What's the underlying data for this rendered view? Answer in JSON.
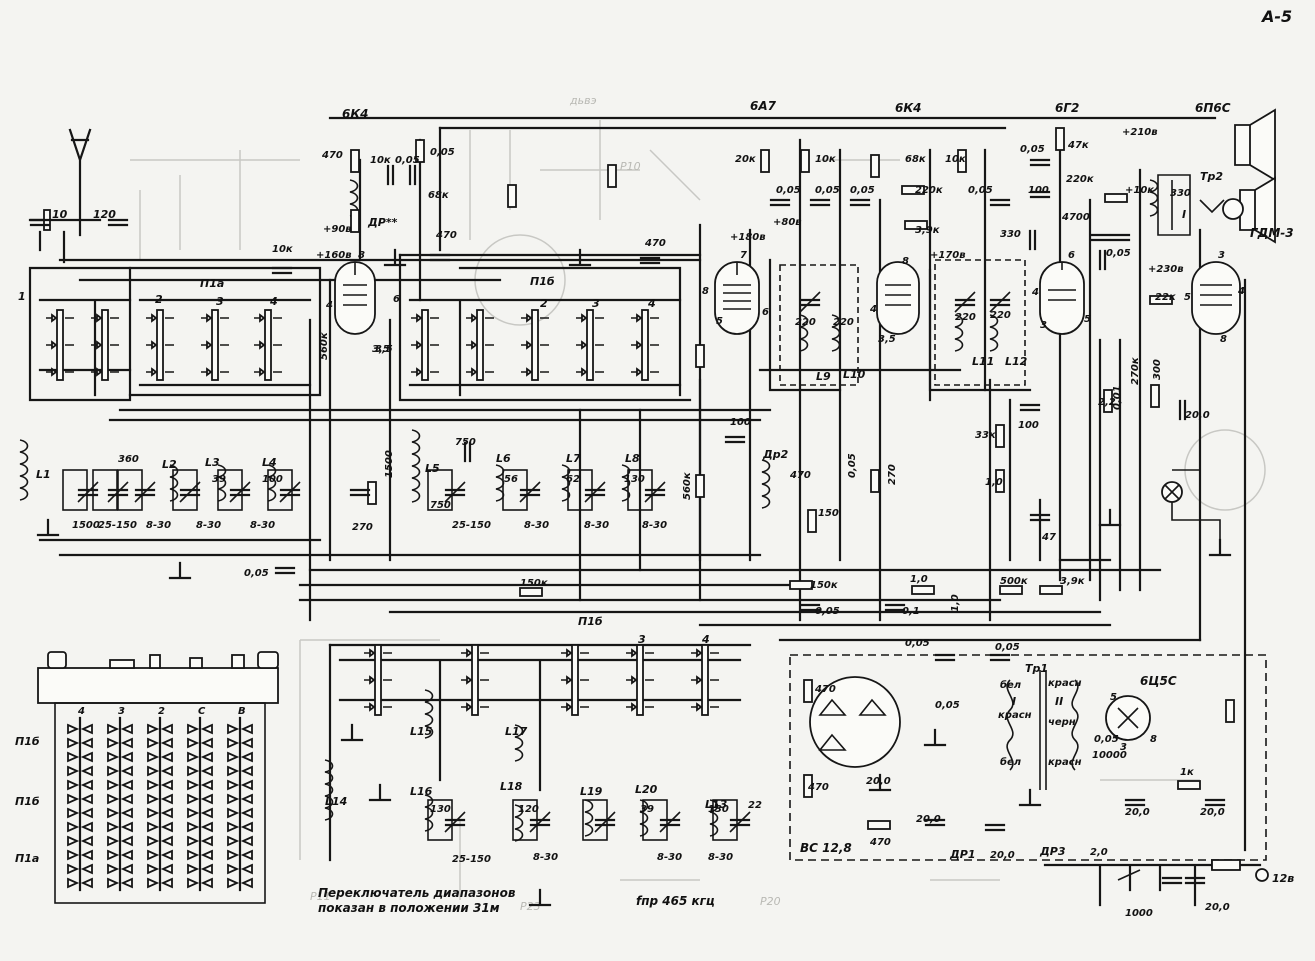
{
  "sheet_tag": "А-5",
  "tubes": [
    {
      "id": "v1",
      "type": "6К4",
      "pins": [
        "8",
        "4",
        "6",
        "3,5"
      ]
    },
    {
      "id": "v2",
      "type": "6А7",
      "pins": [
        "7",
        "8",
        "5",
        "6"
      ]
    },
    {
      "id": "v3",
      "type": "6К4",
      "pins": [
        "8",
        "4",
        "3,5"
      ]
    },
    {
      "id": "v4",
      "type": "6Г2",
      "pins": [
        "6",
        "4",
        "3",
        "5"
      ]
    },
    {
      "id": "v5",
      "type": "6П6С",
      "pins": [
        "3",
        "4",
        "5",
        "8"
      ]
    },
    {
      "id": "v6",
      "type": "6Ц5С",
      "pins": [
        "5",
        "3",
        "8"
      ]
    }
  ],
  "coils": [
    "L1",
    "L2",
    "L3",
    "L4",
    "L5",
    "L6",
    "L7",
    "L8",
    "L9",
    "L10",
    "L11",
    "L12",
    "L13",
    "L14",
    "L15",
    "L16",
    "L17",
    "L18",
    "L19",
    "L20"
  ],
  "chokes": [
    "ДР**",
    "Др2",
    "ДР1",
    "ДР3"
  ],
  "transformers": [
    "Тр1",
    "Тр2"
  ],
  "switches": {
    "groups": [
      "П1а",
      "П1б",
      "П1б"
    ],
    "panel": [
      "П1б",
      "П1б",
      "П1а"
    ],
    "numbers": [
      "1",
      "2",
      "3",
      "4"
    ],
    "panel_numbers": [
      "4",
      "3",
      "2",
      "С",
      "В"
    ]
  },
  "rectifier": "ВС 12,8",
  "speaker": "ГДМ-3",
  "winding_labels": [
    "I",
    "II",
    "бел",
    "красн",
    "черн"
  ],
  "values_top": [
    "10",
    "120",
    "470",
    "10к",
    "0,05",
    "0,05",
    "68к",
    "+90в",
    "+160в",
    "10к",
    "470",
    "560к",
    "3,5",
    "470",
    "20к",
    "+180в",
    "0,05",
    "0,05",
    "0,05",
    "10к",
    "10к",
    "68к",
    "220к",
    "+80в",
    "3,9к",
    "+170в",
    "0,05",
    "47к",
    "+210в",
    "0,05",
    "100",
    "220к",
    "+10к",
    "4700",
    "330",
    "0,05",
    "+230в",
    "22к",
    "330"
  ],
  "values_mid": [
    "1500",
    "25-150",
    "8-30",
    "8-30",
    "8-30",
    "360",
    "39",
    "100",
    "0,05",
    "270",
    "1500",
    "750",
    "750",
    "25-150",
    "56",
    "62",
    "130",
    "8-30",
    "8-30",
    "8-30",
    "100",
    "470",
    "560к",
    "0,05",
    "270",
    "2,2",
    "0,01",
    "270к",
    "300",
    "20,0",
    "33к",
    "1,0",
    "100",
    "47",
    "150",
    "0,05",
    "150к",
    "0,1",
    "1,0",
    "1,0",
    "500к",
    "3,9к",
    "150к",
    "0,05",
    "220",
    "220",
    "220",
    "220"
  ],
  "values_bottom": [
    "130",
    "25-150",
    "120",
    "8-30",
    "39",
    "8-30",
    "130",
    "8-30",
    "22",
    "470",
    "20,0",
    "470",
    "470",
    "20,0",
    "20,0",
    "0,05",
    "10000",
    "0,05",
    "1к",
    "20,0",
    "20,0",
    "2,0",
    "1000",
    "20,0",
    "12в",
    "0,05"
  ],
  "ghost_texts": [
    "дьвэ",
    "Р10",
    "Р11",
    "Р23",
    "Р20"
  ],
  "notes": {
    "switch_caption_1": "Переключатель диапазонов",
    "switch_caption_2": "показан в положении 31м",
    "if_freq": "fпр 465 кгц"
  },
  "colors": {
    "ink": "#161616",
    "paper": "#f4f4f1",
    "ghost": "#c8c8c4"
  }
}
